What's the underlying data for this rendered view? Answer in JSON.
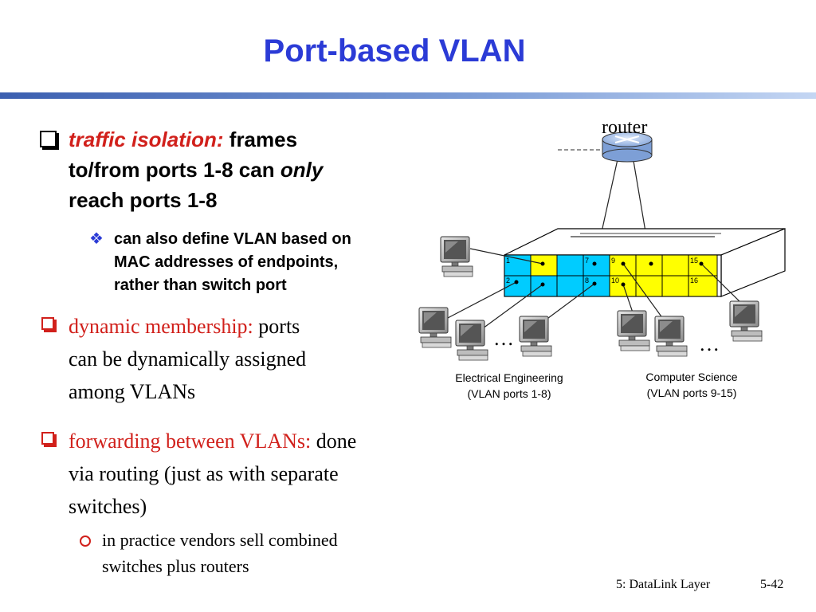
{
  "slide": {
    "title": "Port-based VLAN",
    "bullets": {
      "b1_label": "traffic isolation:",
      "b1_l1": "frames",
      "b1_l2a": "to/from ports 1-8 can ",
      "b1_l2b": "only",
      "b1_l3": "reach ports 1-8",
      "b1_sub_l1": "can also define VLAN based on",
      "b1_sub_l2": "MAC addresses of endpoints,",
      "b1_sub_l3": "rather than switch port",
      "b2_label": "dynamic membership:",
      "b2_l1": "ports",
      "b2_l2": "can be dynamically assigned",
      "b2_l3": "among VLANs",
      "b3_label": "forwarding between VLANs:",
      "b3_l1": "done",
      "b3_l2": "via routing (just as with separate",
      "b3_l3": "switches)",
      "b3_sub_l1": "in practice vendors sell combined",
      "b3_sub_l2": "switches plus routers"
    },
    "footer": {
      "chapter": "5: DataLink Layer",
      "page": "5-42"
    }
  },
  "diagram": {
    "router_label": "router",
    "ports": {
      "p1": "1",
      "p2": "2",
      "p7": "7",
      "p8": "8",
      "p9": "9",
      "p10": "10",
      "p15": "15",
      "p16": "16"
    },
    "ee_line1": "Electrical Engineering",
    "ee_line2": "(VLAN ports 1-8)",
    "cs_line1": "Computer Science",
    "cs_line2": "(VLAN ports 9-15)",
    "ellipsis": "…",
    "colors": {
      "ee_ports": "#00ccff",
      "cs_ports": "#ffff00",
      "title": "#2b3bd6",
      "accent_red": "#d1201b"
    }
  }
}
